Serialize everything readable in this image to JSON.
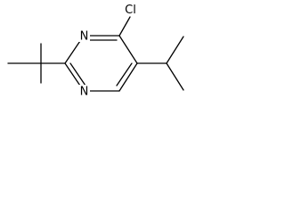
{
  "molecule": {
    "atoms": {
      "n_top": "N",
      "n_bottom": "N",
      "chlorine": "Cl"
    },
    "colors": {
      "bond": "#000000",
      "label": "#000000",
      "background": "#ffffff"
    }
  }
}
